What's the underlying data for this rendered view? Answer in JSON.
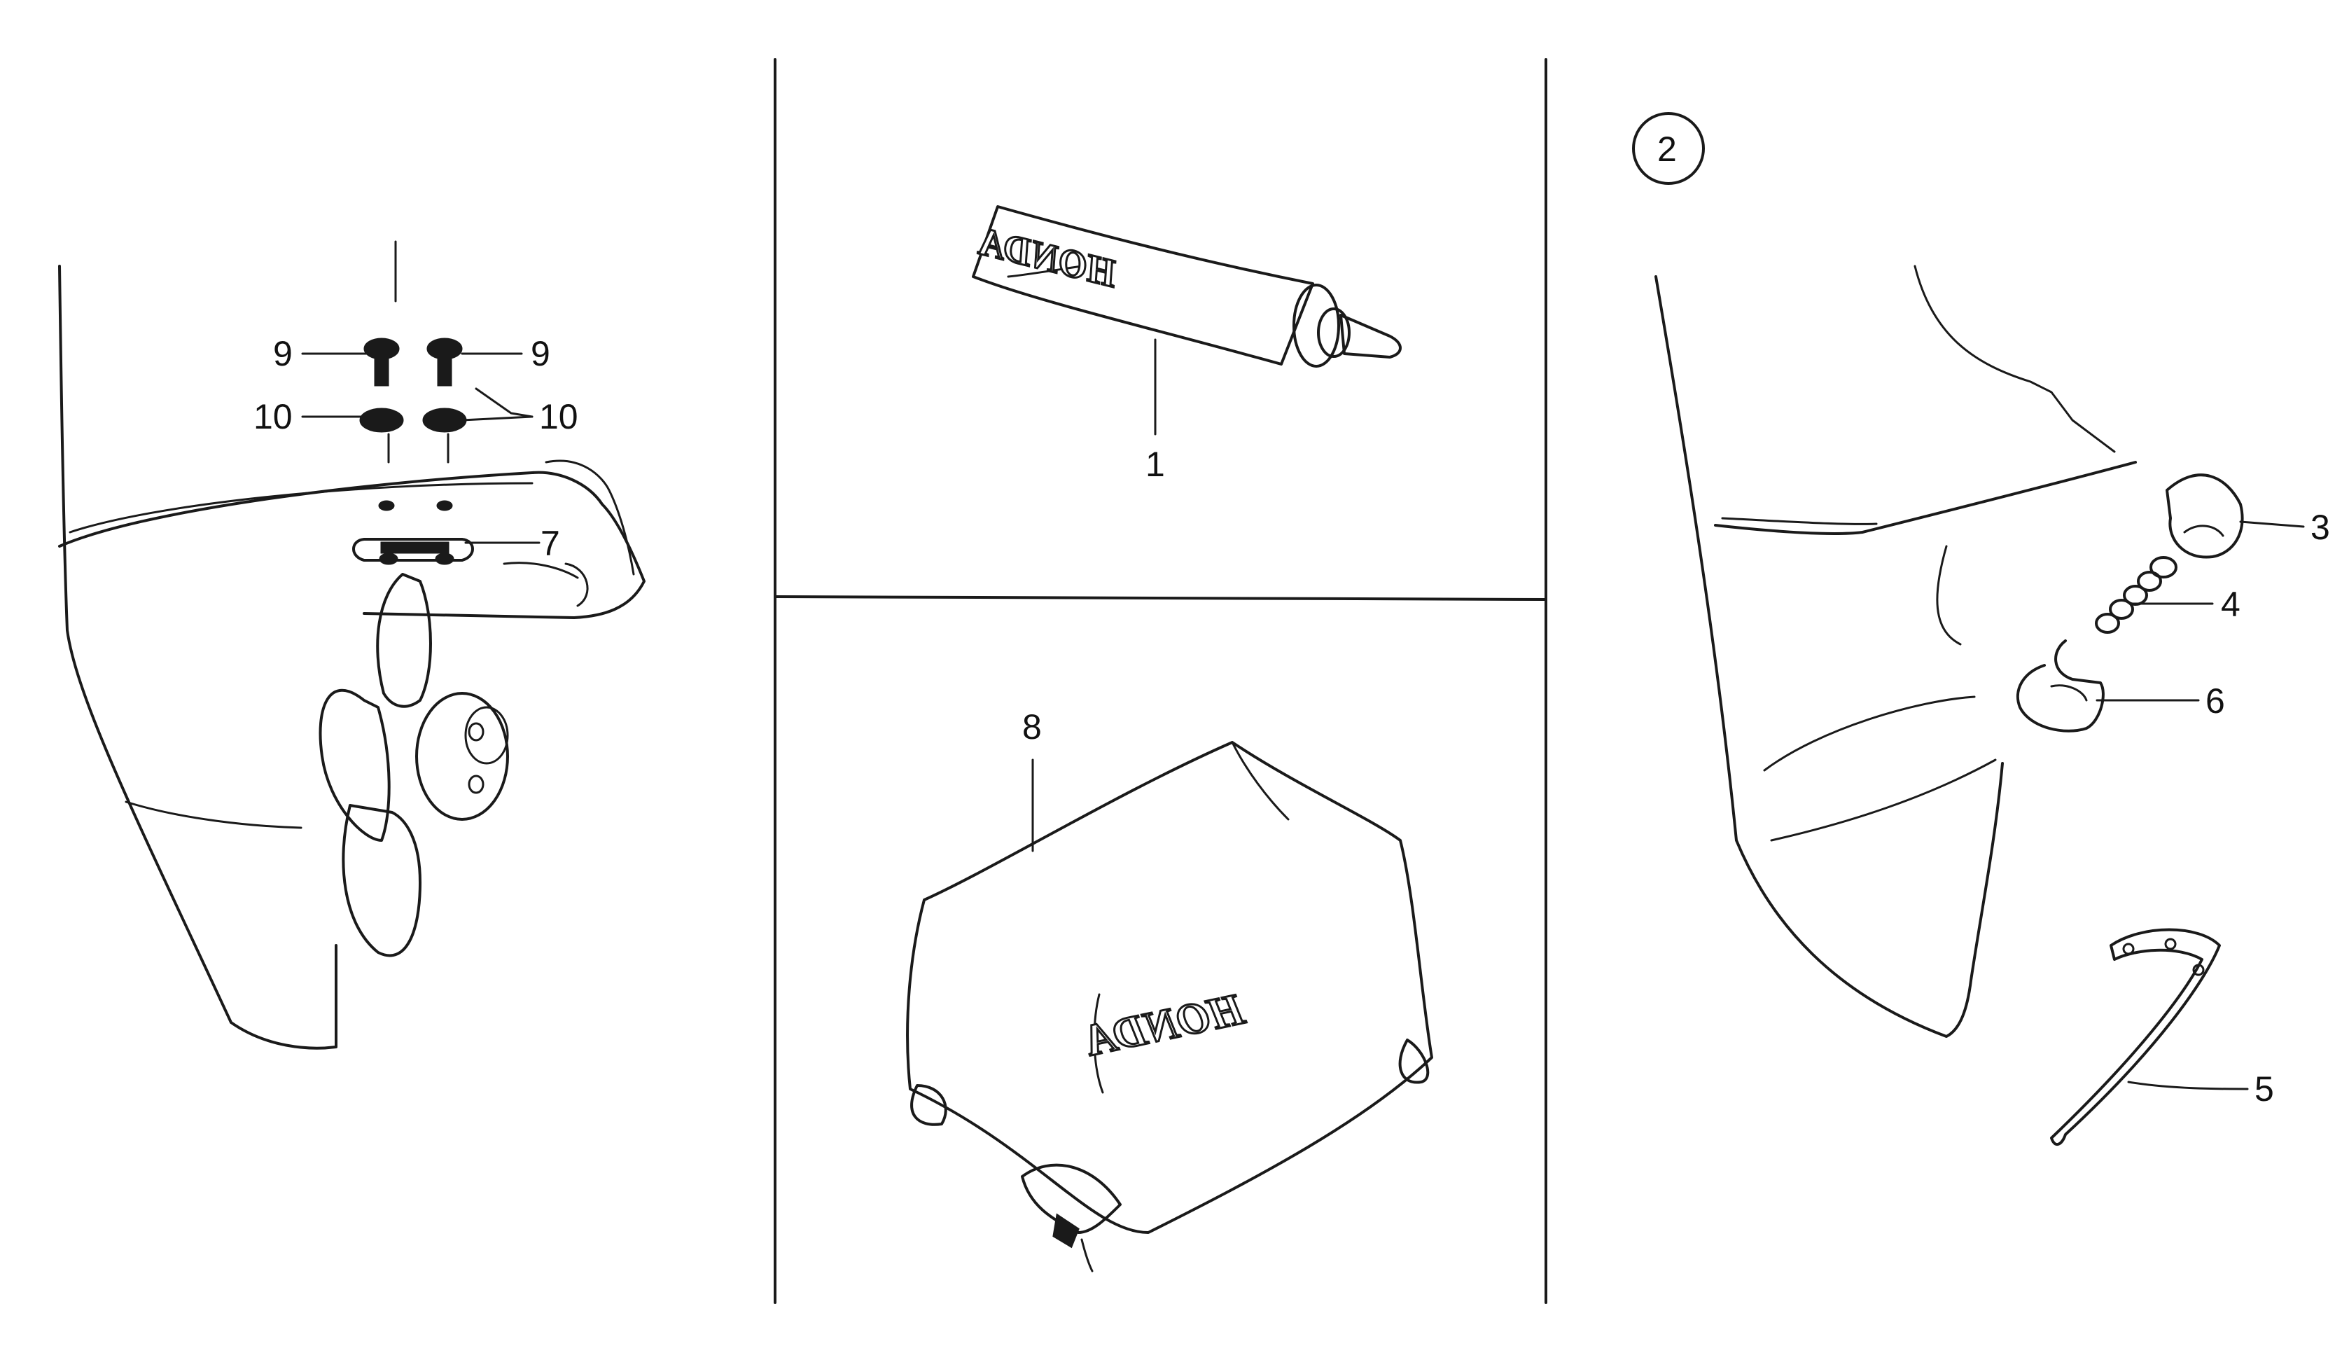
{
  "callouts": {
    "c1": "1",
    "c2": "2",
    "c3": "3",
    "c4": "4",
    "c5": "5",
    "c6": "6",
    "c7": "7",
    "c8": "8",
    "c9a": "9",
    "c9b": "9",
    "c10a": "10",
    "c10b": "10"
  },
  "brand": {
    "tube": "HONDA",
    "cover": "HONDA"
  }
}
